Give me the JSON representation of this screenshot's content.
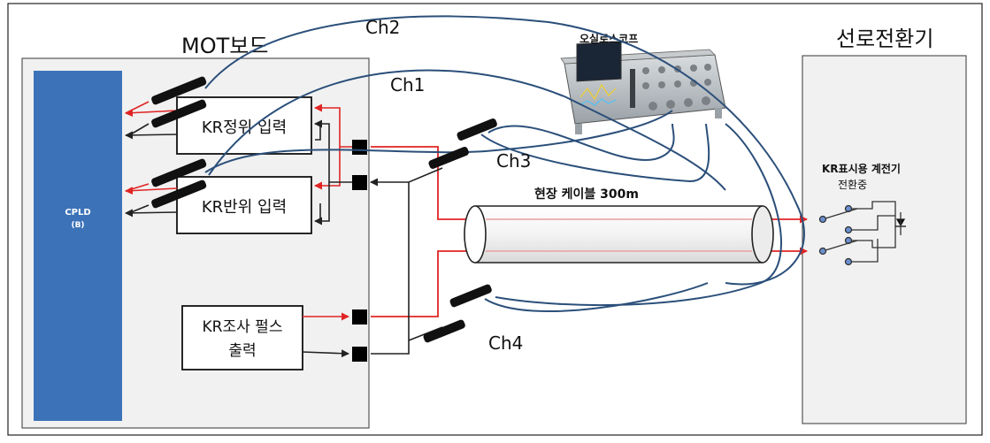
{
  "mot_board": {
    "title": "MOT보드"
  },
  "cpld": {
    "label": "CPLD",
    "sublabel": "(B)"
  },
  "blocks": {
    "kr_normal_input": "KR정위 입력",
    "kr_reverse_input": "KR반위 입력",
    "kr_probe_pulse_line1": "KR조사 펄스",
    "kr_probe_pulse_line2": "출력"
  },
  "channels": {
    "ch1": "Ch1",
    "ch2": "Ch2",
    "ch3": "Ch3",
    "ch4": "Ch4"
  },
  "oscilloscope": {
    "label": "오실로스코프"
  },
  "cable": {
    "label": "현장 케이블 300m"
  },
  "switch_machine": {
    "title": "선로전환기",
    "relay_label": "KR표시용 계전기",
    "relay_sublabel": "전환중"
  },
  "colors": {
    "cpld_fill": "#3c73b8",
    "signal_red": "#e02424",
    "probe_cable": "#2b4f7a",
    "panel_fill": "#f1f1f1"
  }
}
